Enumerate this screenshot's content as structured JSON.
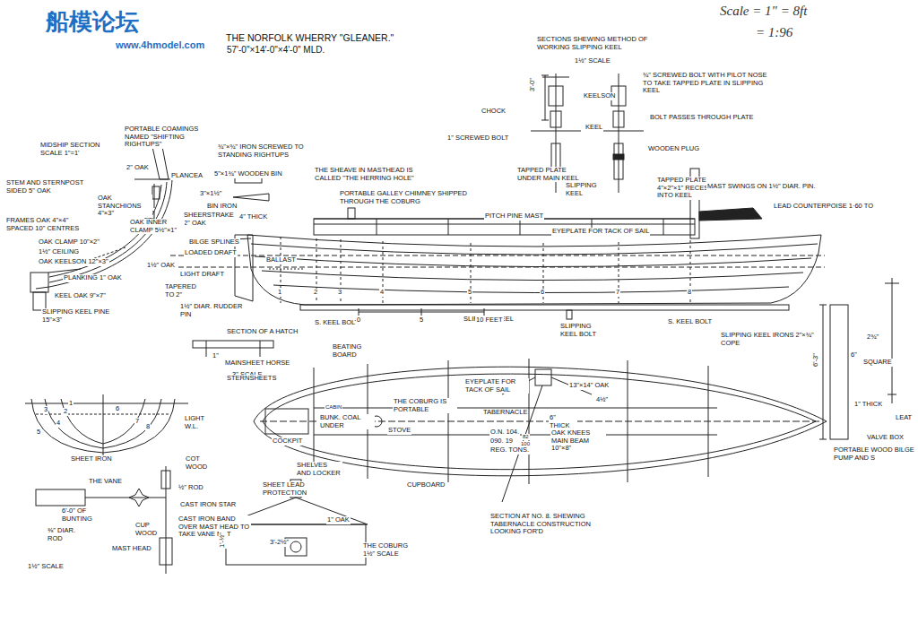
{
  "diagram": {
    "title": "THE NORFOLK WHERRY \"GLEANER.\"",
    "labels": [
      "船模论坛",
      "www.4hmodel.com",
      "Scale = 1\" = 8ft",
      "= 1:96",
      "57'-0\"×14'-0\"×4'-0\" MLD.",
      "SECTIONS SHEWING METHOD OF WORKING SLIPPING KEEL",
      "1½\" SCALE",
      "3'-0\"",
      "KEELSON",
      "CHOCK",
      "KEEL",
      "1\" SCREWED BOLT",
      "TAPPED PLATE UNDER MAIN KEEL",
      "SLIPPING KEEL",
      "¾\" SCREWED BOLT WITH PILOT NOSE TO TAKE TAPPED PLATE IN SLIPPING KEEL",
      "BOLT PASSES THROUGH PLATE",
      "WOODEN PLUG",
      "TAPPED PLATE 4\"×2\"×1\" RECESSED INTO KEEL",
      "MAST SWINGS ON 1½\" DIAR. PIN.",
      "LEAD COUNTERPOISE 1·60 TO",
      "PORTABLE COAMINGS NAMED \"SHIFTING RIGHTUPS\"",
      "MIDSHIP SECTION SCALE 1\"=1'",
      "¾\"×¾\" IRON SCREWED TO STANDING RIGHTUPS",
      "2\" OAK",
      "PLANCEA",
      "5\"×1¾\" WOODEN BIN",
      "3\"×1½\"",
      "BIN IRON",
      "STEM AND STERNPOST SIDED 5\" OAK",
      "OAK STANCHIONS 4\"×3\"",
      "SHEERSTRAKE 2\" OAK",
      "4\" THICK",
      "OAK INNER CLAMP 5½\"×1\"",
      "FRAMES OAK 4\"×4\" SPACED 10\" CENTRES",
      "OAK CLAMP 10\"×2\"",
      "1½\" CEILING",
      "OAK KEELSON 12\"×3\"",
      "BILGE SPLINES",
      "LOADED DRAFT",
      "1½\" OAK",
      "LIGHT DRAFT",
      "PLANKING 1\" OAK",
      "KEEL OAK 9\"×7\"",
      "SLIPPING KEEL PINE 15\"×3\"",
      "TAPERED TO 2\"",
      "1½\" DIAR. RUDDER PIN",
      "BALLAST",
      "THE SHEAVE IN MASTHEAD IS CALLED \"THE HERRING HOLE\"",
      "PORTABLE GALLEY CHIMNEY SHIPPED THROUGH THE COBURG",
      "PITCH PINE MAST",
      "EYEPLATE FOR TACK OF SAIL",
      "1",
      "2",
      "3",
      "4",
      "5",
      "6",
      "7",
      "8",
      "S. KEEL BOLT",
      "SLIPPING KEEL",
      "SLIPPING KEEL BOLT",
      "S. KEEL BOLT",
      "SLIPPING KEEL IRONS 2\"×¾\" COPE",
      "0",
      "5",
      "10 FEET",
      "SECTION OF A HATCH",
      "1\"",
      "3\" SCALE",
      "BEATING BOARD",
      "MAINSHEET HORSE",
      "STERNSHEETS",
      "THE COBURG IS PORTABLE",
      "CABIN",
      "STOVE",
      "BUNK. COAL UNDER",
      "EYEPLATE FOR TACK OF SAIL",
      "13\"×14\" OAK",
      "4½\"",
      "TABERNACLE",
      "6\" THICK",
      "O.N. 104.",
      "090. 19",
      "82",
      "100",
      "REG. TONS.",
      "OAK KNEES MAIN BEAM 10\"×8\"",
      "COCKPIT",
      "SHELVES AND LOCKER",
      "CUPBOARD",
      "SECTION AT NO. 8. SHEWING TABERNACLE CONSTRUCTION LOOKING FOR'D",
      "6'-3\"",
      "6\"",
      "2¾\"",
      "SQUARE",
      "1\" THICK",
      "LEAT",
      "VALVE BOX",
      "PORTABLE WOOD BILGE PUMP AND S",
      "1",
      "2",
      "3",
      "4",
      "5",
      "6",
      "7",
      "8",
      "LIGHT W.L.",
      "SHEET IRON",
      "COT WOOD",
      "THE VANE",
      "½\" ROD",
      "6'-0\" OF BUNTING",
      "CAST IRON STAR",
      "CAST IRON BAND OVER MAST HEAD TO TAKE VANE NUT",
      "⅜\" DIAR. ROD",
      "CUP WOOD",
      "MAST HEAD",
      "1½\" SCALE",
      "SHEET LEAD PROTECTION",
      "1\" OAK",
      "3'-2½\"",
      "1'-½\"",
      "THE COBURG 1½\" SCALE"
    ]
  }
}
